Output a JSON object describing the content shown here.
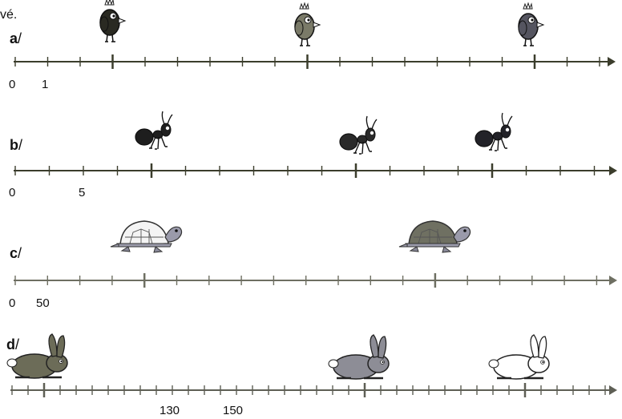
{
  "header_fragment": "vé.",
  "rows": [
    {
      "letter": "a",
      "slash": "/",
      "animal": "bird",
      "animal_colors": [
        "#2a2a22",
        "#7a7a68",
        "#555560"
      ],
      "tick_labels": [
        "0",
        "1"
      ]
    },
    {
      "letter": "b",
      "slash": "/",
      "animal": "ant",
      "animal_colors": [
        "#1e1e1e",
        "#2a2a2a",
        "#222228"
      ],
      "tick_labels": [
        "0",
        "5"
      ]
    },
    {
      "letter": "c",
      "slash": "/",
      "animal": "turtle",
      "animal_colors": [
        "#f4f4f4",
        "#6f7062"
      ],
      "tick_labels": [
        "0",
        "50"
      ]
    },
    {
      "letter": "d",
      "slash": "/",
      "animal": "rabbit",
      "animal_colors": [
        "#6c6c58",
        "#8d8d96",
        "#ffffff"
      ],
      "tick_labels": [
        "130",
        "150"
      ]
    }
  ]
}
